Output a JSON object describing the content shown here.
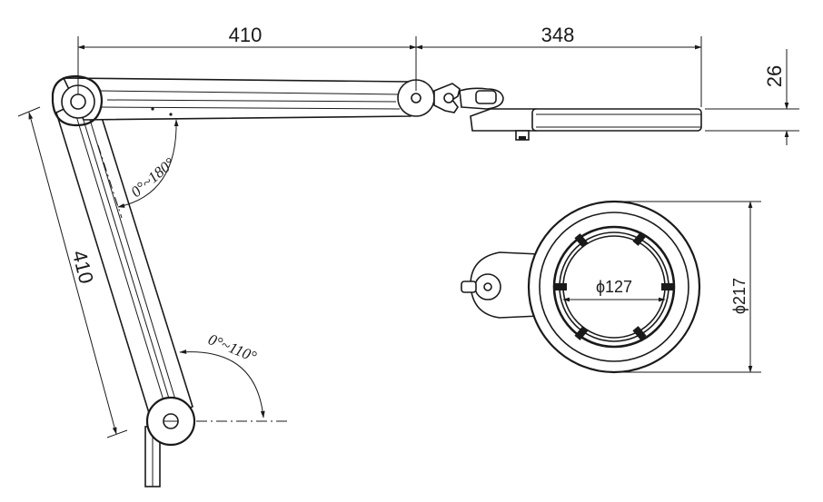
{
  "dimensions": {
    "upper_arm_length": "410",
    "head_reach": "348",
    "head_thickness": "26",
    "lower_arm_length": "410",
    "lens_diameter": "ϕ127",
    "head_diameter": "ϕ217"
  },
  "angles": {
    "elbow_rotation": "0°~180°",
    "base_rotation": "0°~110°"
  }
}
